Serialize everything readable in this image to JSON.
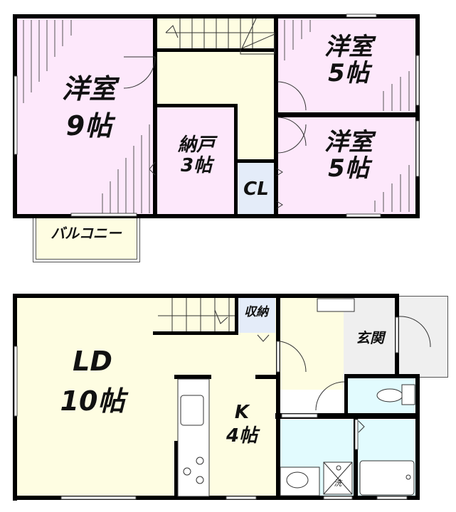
{
  "colors": {
    "western_room": "#fde8fb",
    "living": "#fefde2",
    "storage": "#e4ecf9",
    "wet_area": "#e2fbfe",
    "entrance": "#efefef",
    "wall": "#000000"
  },
  "floor2": {
    "rooms": [
      {
        "id": "western-9",
        "name": "洋室",
        "size": "9帖"
      },
      {
        "id": "storeroom",
        "name": "納戸",
        "size": "3帖"
      },
      {
        "id": "closet",
        "name": "CL"
      },
      {
        "id": "western-5a",
        "name": "洋室",
        "size": "5帖"
      },
      {
        "id": "western-5b",
        "name": "洋室",
        "size": "5帖"
      },
      {
        "id": "balcony",
        "name": "バルコニー"
      }
    ]
  },
  "floor1": {
    "rooms": [
      {
        "id": "living-dining",
        "name": "LD",
        "size": "10帖"
      },
      {
        "id": "kitchen",
        "name": "K",
        "size": "4帖"
      },
      {
        "id": "storage",
        "name": "収納"
      },
      {
        "id": "entrance",
        "name": "玄関"
      },
      {
        "id": "washroom-mark",
        "name": "洗"
      }
    ]
  }
}
